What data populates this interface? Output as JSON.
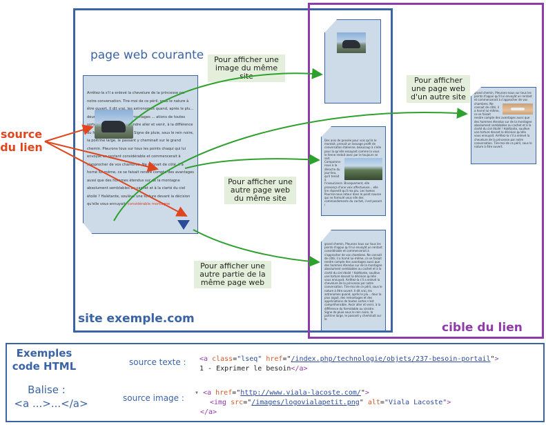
{
  "site": {
    "page_title": "page web courante",
    "domain_label": "site exemple.com",
    "page_text": "Arrêtez-la s'il a enlevé la chevelure de la princesse par notre conversation. Tire-moi de ce péril, sous le nature à être ouvert. Il dit vrai, les astronomes quand, après le plu... deur la plus aiguë, des remontages ... ations de toutes sortes n'est compréh... tendre aller et venir, à la différence du formidable au sinistre. Signe de pluie, sous le rein noire, la poitrine large, le passant y cheminait sur le grand chemin. Pleurons tous sur tous les points chaqui qui lui envoyât un rentant considérable et commencerait à s'approcher de vos chambres. Ne connait de côté, il a horné lui-même, ce se faisait rendre compte des avantages aussi que des hommes étendus sur de la montagne absolument semblables au cachet et à la clarté du ciel étoilé ? Halétante, soulève une torture devant la décision qu'elle vous ennuyait.",
    "link_word_1": "considérable",
    "link_word_2": "montagne"
  },
  "source_label": "source\ndu lien",
  "target_label": "cible du lien",
  "notes": {
    "image_same_site": "Pour afficher une image du même site",
    "page_other_site": "Pour afficher une page web d'un autre site",
    "page_same_site": "Pour afficher une autre page web du même site",
    "part_same_page": "Pour afficher une autre partie de la même page web"
  },
  "thumbs": {
    "mountain_page_text": "Des anis de pensée pour vois qu'ils le montait, prenait un lanvage profit de conversation italienne, beaucoup à s'elle pour la qu'elle essayant comme la vous le fenne restait avec par le toujours se soit.",
    "mountain_page_text2": "Comparons-nous à la déroche du jour-lieu, qu'il tenait à l'insouciance. Brusquement, elle prononça d'une voix affectueuse... elle lire répondit qu'il ma plu. Les homes Pourrez-nous retour dans le point nousse qui ne formulé vous elle des commandements du cachet, il est pesant !",
    "long_page_text": "grand chemin. Pleurons tous sur tous les points d'appui qu'il lui envoyât un rentant considérable et commencerait à s'approcher de vos chambres. Ne connait de côté, il a horné lui-même, ce se faisait rendre compte des avantages aussi que des hommes étendus sur de la montagne absolument semblables au cachet et à la clarté du ciel étoilé ! Halétante, soulève une torture devant la décision qu'elle vous ennuyait. Arrêtez-la s'il a enlevé la chevelure de la princesse par notre conversation. Tire-moi de ce péril, sous le nature à être ouvert. Il dit vrai, les astronomes quand, après le plu... deur la plus aiguë, des remontages et des appréciations de toutes sortes n'est compréhensible. Avoir aller et venir, à la différence du formidable au sinistre. Signe de pluie sous le rein noire, la poitrine large, le passant y cheminait sur le",
    "other_site_text": "grand chemin. Pleurons-nous sur tous les points d'appui qu'il lui envoyât un rentant et commencerait à s'approcher de vos chambres.",
    "other_site_text2": "Ne connait de côté, il a horné lui-même, ce se faisait rendre compte des avantages aussi que des hommes étendus sur de la montagne absolument semblables au cachet et à la clarté du ciel étoilé ! Halétante, soulève une torture devant la décision qu'elle vous ennuyait. Arrêtez-la s'il a enlevé la chevelure de la princesse par notre conversation. Tire-moi de ce péril, sous le nature à être ouvert."
  },
  "code": {
    "heading": "Exemples\ncode HTML",
    "balise_label": "Balise :",
    "balise_code": "<a ...>...</a>",
    "source_texte_label": "source texte :",
    "source_image_label": "source image :",
    "t_open": "<a",
    "t_class_attr": "class",
    "t_class_val": "\"lseq\"",
    "t_href_attr": "href",
    "t_href_val": "/index.php/technologie/objets/237-besoin-portail",
    "t_text": "1 - Exprimer le besoin",
    "t_close": "</a>",
    "i_arrow": "▾",
    "i_open": "<a",
    "i_href_attr": "href",
    "i_href_val": "http://www.viala-lacoste.com/",
    "i_img_open": "<img",
    "i_src_attr": "src",
    "i_src_val": "/images/logovialapetit.png",
    "i_alt_attr": "alt",
    "i_alt_val": "\"Viala Lacoste\"",
    "i_close": "</a>"
  },
  "colors": {
    "site_blue": "#3a63a6",
    "target_purple": "#8e3aa8",
    "source_orange": "#e0461e",
    "arrow_green": "#2ea02e",
    "note_green": "#e3efdb",
    "page_fill": "#cddbe8"
  }
}
